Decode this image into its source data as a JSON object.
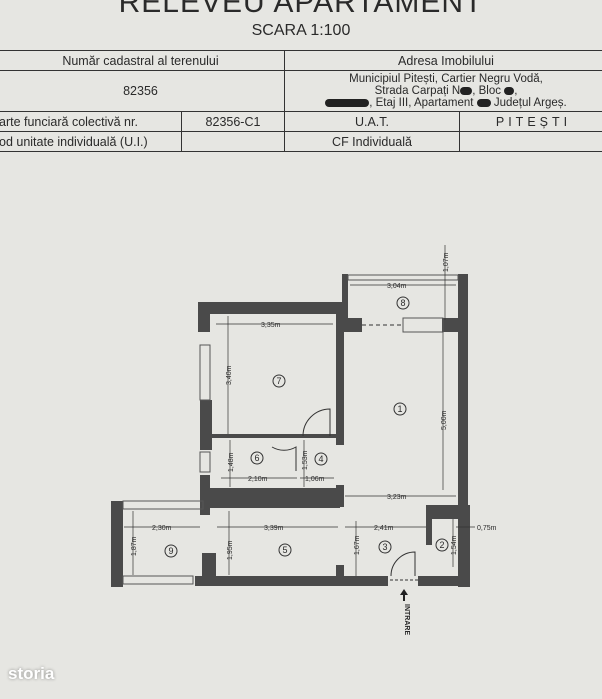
{
  "header": {
    "title": "RELEVEU APARTAMENT",
    "scale": "SCARA 1:100"
  },
  "table": {
    "cadastral_label": "Număr cadastral al terenului",
    "cadastral_value": "82356",
    "address_label": "Adresa Imobilului",
    "address_line1": "Municipiul Pitești, Cartier Negru Vodă,",
    "address_line2a": "Strada Carpați N",
    "address_line2b": ", Bloc",
    "address_line3a": "Etaj III, Apartament",
    "address_line3b": "Județul Argeș.",
    "cf_label": "arte funciară colectivă nr.",
    "cf_value": "82356-C1",
    "uat_label": "U.A.T.",
    "uat_value": "PITEȘTI",
    "ui_label": "od unitate individuală (U.I.)",
    "cf_ind_label": "CF Individuală"
  },
  "plan": {
    "rooms": [
      "1",
      "2",
      "3",
      "4",
      "5",
      "6",
      "7",
      "8",
      "9"
    ],
    "dims": {
      "d335": "3,35m",
      "d340": "3,40m",
      "d304": "3,04m",
      "d107": "1,07m",
      "d500": "5,00m",
      "d148": "1,48m",
      "d210": "2,10m",
      "d153": "1,53m",
      "d106": "1,06m",
      "d323": "3,23m",
      "d230": "2,30m",
      "d339": "3,39m",
      "d241": "2,41m",
      "d075": "0,75m",
      "d187": "1,87m",
      "d195": "1,95m",
      "d167": "1,67m",
      "d154": "1,54m"
    },
    "entrance": "INTRARE",
    "wall_color": "#4a4a4a"
  },
  "watermark": "storia"
}
